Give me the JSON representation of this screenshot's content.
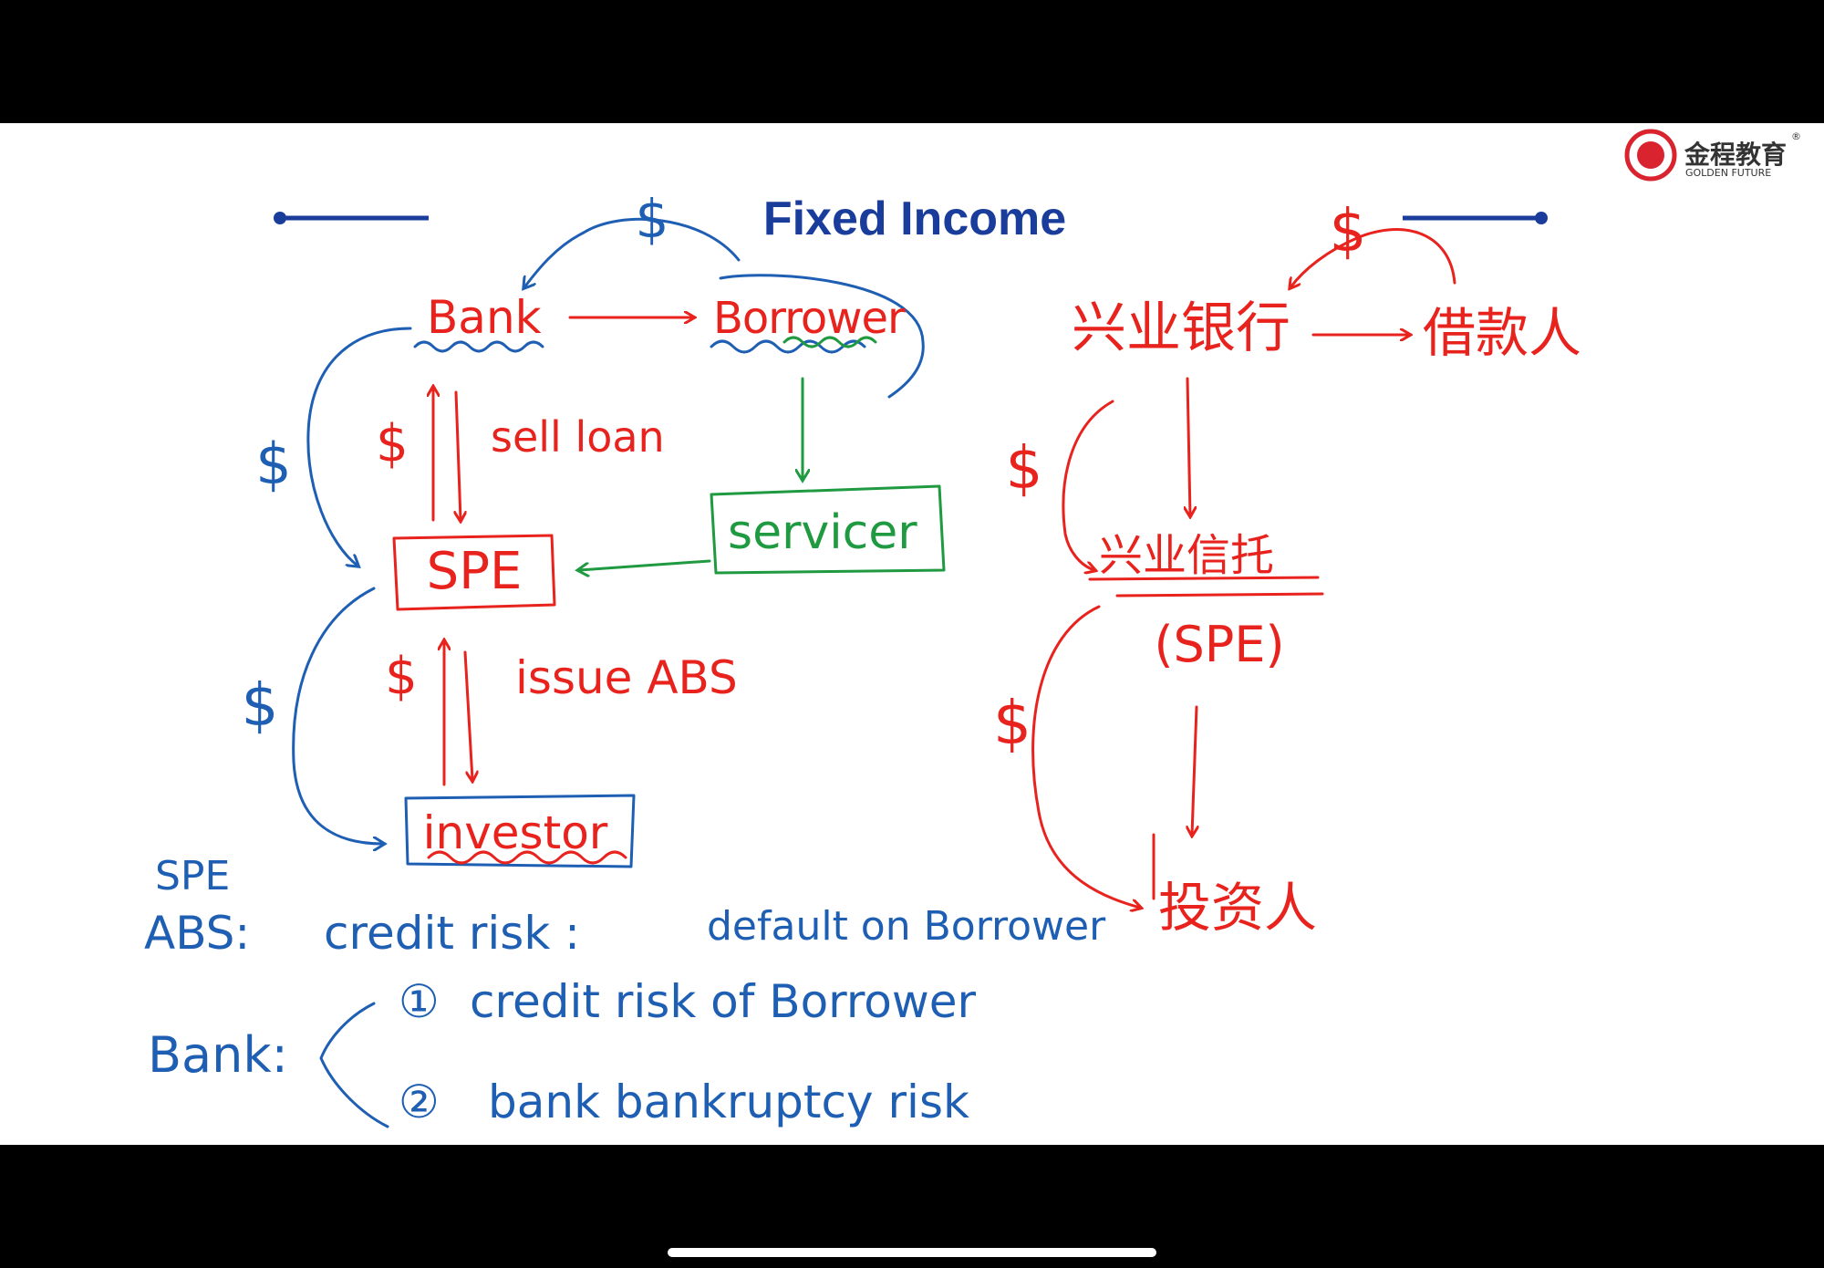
{
  "title": "Fixed Income",
  "logo": {
    "name_cn": "金程教育",
    "name_en": "GOLDEN FUTURE",
    "mark": "®"
  },
  "colors": {
    "blue": "#1e5fb4",
    "red": "#e8231e",
    "green": "#1f9a40",
    "title": "#1a3d9c",
    "frame": "#000000"
  },
  "left_diagram": {
    "bank": "Bank",
    "borrower": "Borrower",
    "servicer": "servicer",
    "spe": "SPE",
    "investor": "investor",
    "sell_loan": "sell loan",
    "issue_abs": "issue ABS",
    "dollar": "$"
  },
  "right_diagram": {
    "bank_cn": "兴业银行",
    "borrower_cn": "借款人",
    "trust_cn": "兴业信托",
    "spe_paren": "(SPE)",
    "investor_cn": "投资人",
    "dollar": "$"
  },
  "notes": {
    "spe": "SPE",
    "abs_label": "ABS:",
    "abs_credit": "credit risk :",
    "abs_default": "default on Borrower",
    "bank_label": "Bank:",
    "bank_item1_num": "①",
    "bank_item1": "credit risk of Borrower",
    "bank_item2_num": "②",
    "bank_item2": "bank bankruptcy risk"
  }
}
